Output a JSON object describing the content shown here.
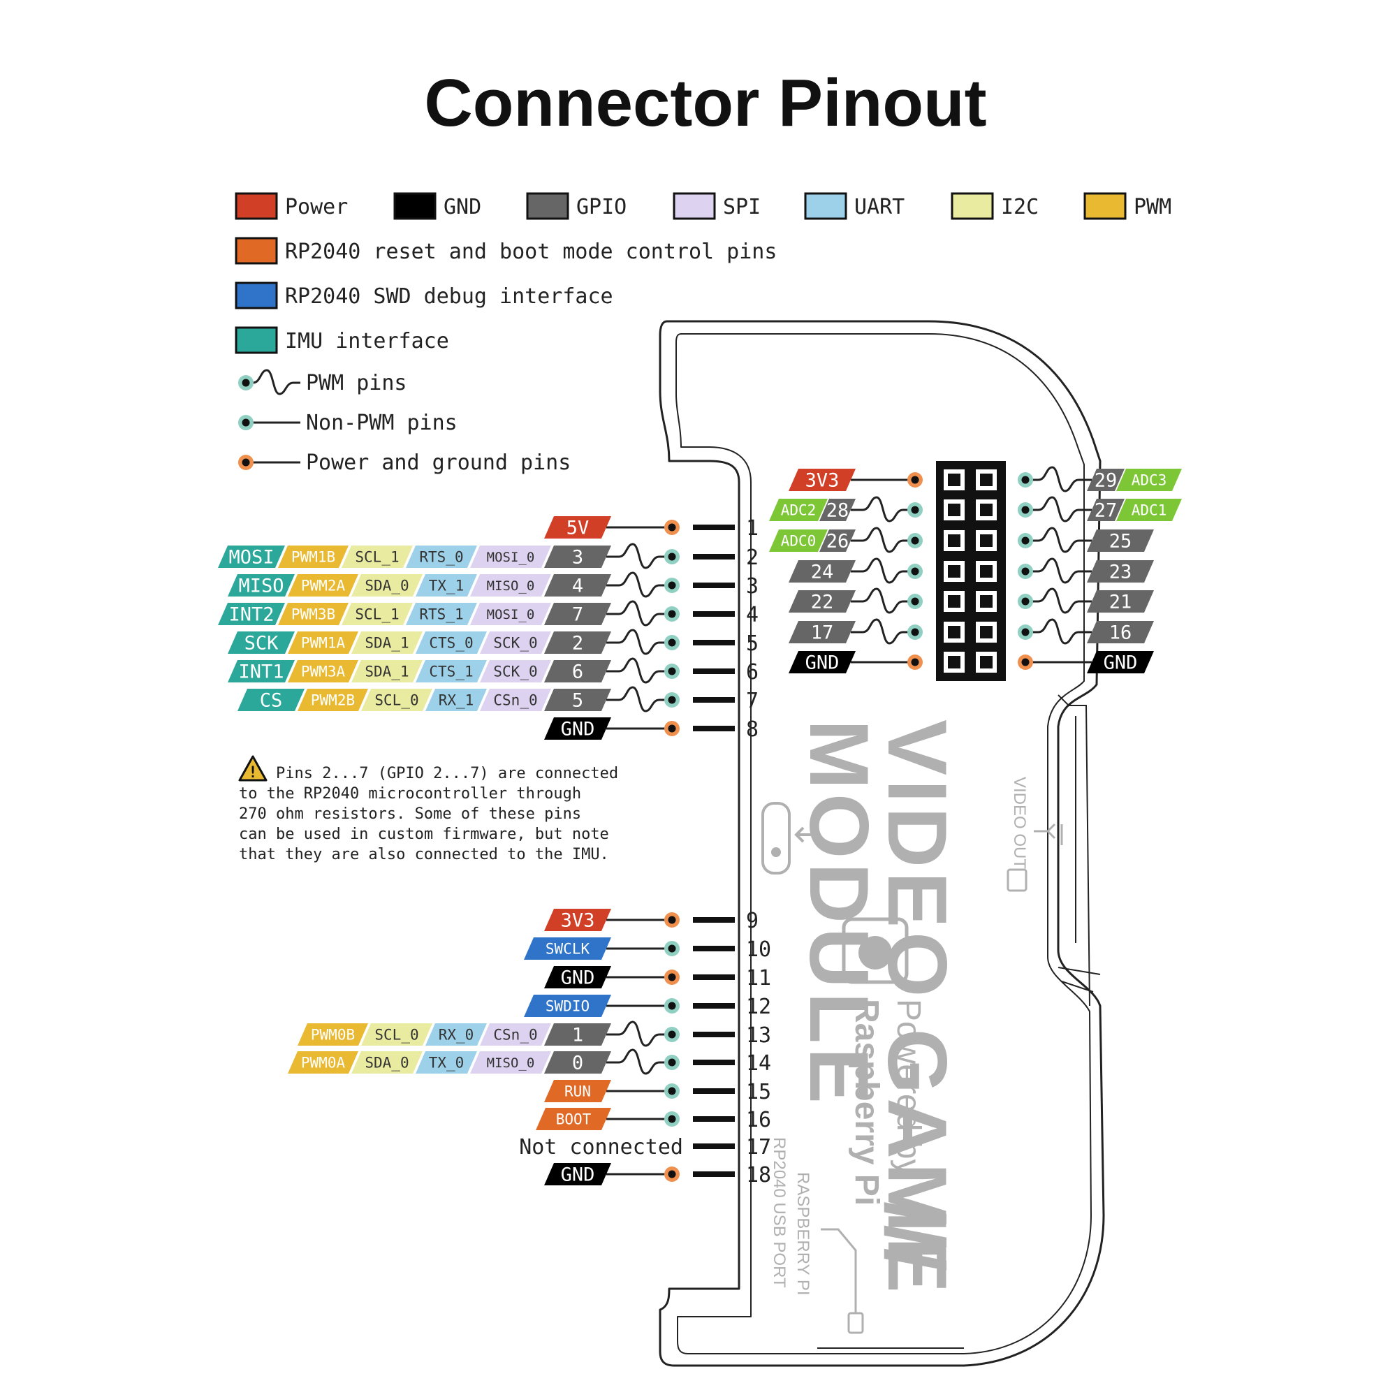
{
  "title": "Connector Pinout",
  "colors": {
    "power": "#d13f27",
    "gnd": "#000000",
    "gpio": "#666666",
    "spi": "#ddd3f0",
    "uart": "#9dd1ea",
    "i2c": "#e9eba0",
    "pwm": "#e9b932",
    "ctrl": "#e06a25",
    "swd": "#2f74c8",
    "imu": "#2ba89a",
    "adc": "#7dc736",
    "dot_signal": "#8fd0c2",
    "dot_power": "#f0904e",
    "outline": "#222222",
    "watermark": "#b0b0b0"
  },
  "legend": {
    "colors": [
      {
        "key": "power",
        "label": "Power"
      },
      {
        "key": "gnd",
        "label": "GND"
      },
      {
        "key": "gpio",
        "label": "GPIO"
      },
      {
        "key": "spi",
        "label": "SPI"
      },
      {
        "key": "uart",
        "label": "UART"
      },
      {
        "key": "i2c",
        "label": "I2C"
      },
      {
        "key": "pwm",
        "label": "PWM"
      },
      {
        "key": "ctrl",
        "label": "RP2040 reset and boot mode control pins"
      },
      {
        "key": "swd",
        "label": "RP2040 SWD debug interface"
      },
      {
        "key": "imu",
        "label": "IMU interface"
      }
    ],
    "pins": [
      {
        "type": "pwm",
        "label": "PWM pins"
      },
      {
        "type": "signal",
        "label": "Non-PWM pins"
      },
      {
        "type": "power",
        "label": "Power and ground pins"
      }
    ]
  },
  "note": {
    "icon": "warning-icon",
    "lines": [
      "Pins 2...7 (GPIO 2...7) are connected",
      "to the RP2040 microcontroller through",
      "270 ohm resistors. Some of these pins",
      "can be used in custom firmware, but note",
      "that they are also connected to the IMU."
    ]
  },
  "left_header": [
    {
      "number": "1",
      "dot": "power",
      "wave": false,
      "tags": [
        {
          "text": "5V",
          "color": "power"
        }
      ]
    },
    {
      "number": "2",
      "dot": "signal",
      "wave": true,
      "tags": [
        {
          "text": "MOSI",
          "color": "imu"
        },
        {
          "text": "PWM1B",
          "color": "pwm"
        },
        {
          "text": "SCL_1",
          "color": "i2c"
        },
        {
          "text": "RTS_0",
          "color": "uart"
        },
        {
          "text": "MOSI_0",
          "color": "spi"
        },
        {
          "text": "3",
          "color": "gpio"
        }
      ]
    },
    {
      "number": "3",
      "dot": "signal",
      "wave": true,
      "tags": [
        {
          "text": "MISO",
          "color": "imu"
        },
        {
          "text": "PWM2A",
          "color": "pwm"
        },
        {
          "text": "SDA_0",
          "color": "i2c"
        },
        {
          "text": "TX_1",
          "color": "uart"
        },
        {
          "text": "MISO_0",
          "color": "spi"
        },
        {
          "text": "4",
          "color": "gpio"
        }
      ]
    },
    {
      "number": "4",
      "dot": "signal",
      "wave": true,
      "tags": [
        {
          "text": "INT2",
          "color": "imu"
        },
        {
          "text": "PWM3B",
          "color": "pwm"
        },
        {
          "text": "SCL_1",
          "color": "i2c"
        },
        {
          "text": "RTS_1",
          "color": "uart"
        },
        {
          "text": "MOSI_0",
          "color": "spi"
        },
        {
          "text": "7",
          "color": "gpio"
        }
      ]
    },
    {
      "number": "5",
      "dot": "signal",
      "wave": true,
      "tags": [
        {
          "text": "SCK",
          "color": "imu"
        },
        {
          "text": "PWM1A",
          "color": "pwm"
        },
        {
          "text": "SDA_1",
          "color": "i2c"
        },
        {
          "text": "CTS_0",
          "color": "uart"
        },
        {
          "text": "SCK_0",
          "color": "spi"
        },
        {
          "text": "2",
          "color": "gpio"
        }
      ]
    },
    {
      "number": "6",
      "dot": "signal",
      "wave": true,
      "tags": [
        {
          "text": "INT1",
          "color": "imu"
        },
        {
          "text": "PWM3A",
          "color": "pwm"
        },
        {
          "text": "SDA_1",
          "color": "i2c"
        },
        {
          "text": "CTS_1",
          "color": "uart"
        },
        {
          "text": "SCK_0",
          "color": "spi"
        },
        {
          "text": "6",
          "color": "gpio"
        }
      ]
    },
    {
      "number": "7",
      "dot": "signal",
      "wave": true,
      "tags": [
        {
          "text": "CS",
          "color": "imu"
        },
        {
          "text": "PWM2B",
          "color": "pwm"
        },
        {
          "text": "SCL_0",
          "color": "i2c"
        },
        {
          "text": "RX_1",
          "color": "uart"
        },
        {
          "text": "CSn_0",
          "color": "spi"
        },
        {
          "text": "5",
          "color": "gpio"
        }
      ]
    },
    {
      "number": "8",
      "dot": "power",
      "wave": false,
      "tags": [
        {
          "text": "GND",
          "color": "gnd"
        }
      ]
    },
    {
      "number": "9",
      "dot": "power",
      "wave": false,
      "tags": [
        {
          "text": "3V3",
          "color": "power"
        }
      ]
    },
    {
      "number": "10",
      "dot": "signal",
      "wave": false,
      "tags": [
        {
          "text": "SWCLK",
          "color": "swd"
        }
      ]
    },
    {
      "number": "11",
      "dot": "power",
      "wave": false,
      "tags": [
        {
          "text": "GND",
          "color": "gnd"
        }
      ]
    },
    {
      "number": "12",
      "dot": "signal",
      "wave": false,
      "tags": [
        {
          "text": "SWDIO",
          "color": "swd"
        }
      ]
    },
    {
      "number": "13",
      "dot": "signal",
      "wave": true,
      "tags": [
        {
          "text": "PWM0B",
          "color": "pwm"
        },
        {
          "text": "SCL_0",
          "color": "i2c"
        },
        {
          "text": "RX_0",
          "color": "uart"
        },
        {
          "text": "CSn_0",
          "color": "spi"
        },
        {
          "text": "1",
          "color": "gpio"
        }
      ]
    },
    {
      "number": "14",
      "dot": "signal",
      "wave": true,
      "tags": [
        {
          "text": "PWM0A",
          "color": "pwm"
        },
        {
          "text": "SDA_0",
          "color": "i2c"
        },
        {
          "text": "TX_0",
          "color": "uart"
        },
        {
          "text": "MISO_0",
          "color": "spi"
        },
        {
          "text": "0",
          "color": "gpio"
        }
      ]
    },
    {
      "number": "15",
      "dot": "signal",
      "wave": false,
      "tags": [
        {
          "text": "RUN",
          "color": "ctrl"
        }
      ]
    },
    {
      "number": "16",
      "dot": "signal",
      "wave": false,
      "tags": [
        {
          "text": "BOOT",
          "color": "ctrl"
        }
      ]
    },
    {
      "number": "17",
      "dot": "none",
      "wave": false,
      "plain": "Not connected",
      "tags": []
    },
    {
      "number": "18",
      "dot": "power",
      "wave": false,
      "tags": [
        {
          "text": "GND",
          "color": "gnd"
        }
      ]
    }
  ],
  "top_header": {
    "left": [
      {
        "dot": "power",
        "wave": false,
        "tags": [
          {
            "text": "3V3",
            "color": "power"
          }
        ]
      },
      {
        "dot": "signal",
        "wave": true,
        "tags": [
          {
            "text": "ADC2",
            "color": "adc"
          },
          {
            "text": "28",
            "color": "gpio"
          }
        ]
      },
      {
        "dot": "signal",
        "wave": true,
        "tags": [
          {
            "text": "ADC0",
            "color": "adc"
          },
          {
            "text": "26",
            "color": "gpio"
          }
        ]
      },
      {
        "dot": "signal",
        "wave": true,
        "tags": [
          {
            "text": "24",
            "color": "gpio"
          }
        ]
      },
      {
        "dot": "signal",
        "wave": true,
        "tags": [
          {
            "text": "22",
            "color": "gpio"
          }
        ]
      },
      {
        "dot": "signal",
        "wave": true,
        "tags": [
          {
            "text": "17",
            "color": "gpio"
          }
        ]
      },
      {
        "dot": "power",
        "wave": false,
        "tags": [
          {
            "text": "GND",
            "color": "gnd"
          }
        ]
      }
    ],
    "right": [
      {
        "dot": "signal",
        "wave": true,
        "tags": [
          {
            "text": "29",
            "color": "gpio"
          },
          {
            "text": "ADC3",
            "color": "adc"
          }
        ]
      },
      {
        "dot": "signal",
        "wave": true,
        "tags": [
          {
            "text": "27",
            "color": "gpio"
          },
          {
            "text": "ADC1",
            "color": "adc"
          }
        ]
      },
      {
        "dot": "signal",
        "wave": true,
        "tags": [
          {
            "text": "25",
            "color": "gpio"
          }
        ]
      },
      {
        "dot": "signal",
        "wave": true,
        "tags": [
          {
            "text": "23",
            "color": "gpio"
          }
        ]
      },
      {
        "dot": "signal",
        "wave": true,
        "tags": [
          {
            "text": "21",
            "color": "gpio"
          }
        ]
      },
      {
        "dot": "signal",
        "wave": true,
        "tags": [
          {
            "text": "16",
            "color": "gpio"
          }
        ]
      },
      {
        "dot": "power",
        "wave": false,
        "tags": [
          {
            "text": "GND",
            "color": "gnd"
          }
        ]
      }
    ]
  },
  "board": {
    "logo_line1": "VIDEO GAME",
    "logo_line2": "MODULE",
    "slashes": "///",
    "powered_by": "Powered by",
    "raspberry_pi": "Raspberry Pi",
    "video_out": "VIDEO OUT",
    "usb_port_line1": "RP2040 USB PORT",
    "usb_port_line2": "RASPBERRY PI"
  }
}
